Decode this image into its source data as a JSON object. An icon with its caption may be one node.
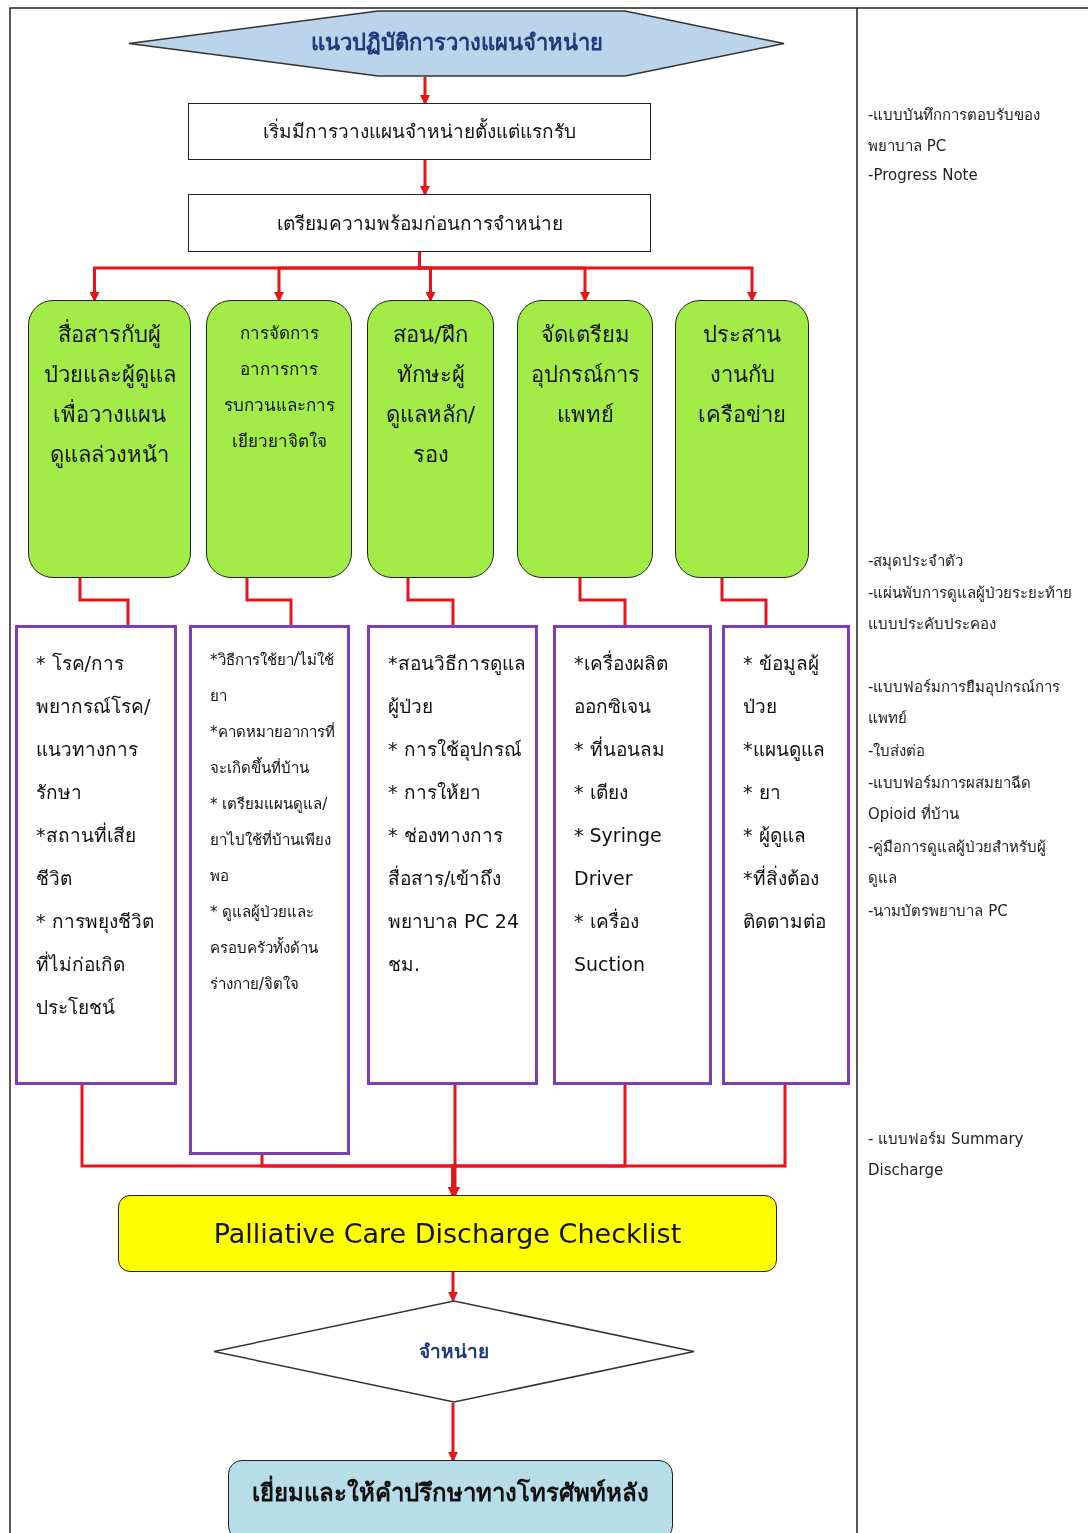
{
  "diagram": {
    "nodes": [
      {
        "text": [
          "แนวปฏิบัติการวางแผนจำหน่าย"
        ]
      },
      {
        "text": [
          "เริ่มมีการวางแผนจำหน่ายตั้งแต่แรกรับ"
        ]
      },
      {
        "text": [
          "เตรียมความพร้อมก่อนการจำหน่าย"
        ]
      },
      {
        "text": [
          "สื่อสารกับผู้ป่วยและผู้ดูแลเพื่อวางแผนดูแลล่วงหน้า"
        ]
      },
      {
        "text": [
          "การจัดการอาการการรบกวนและการเยียวยาจิตใจ"
        ]
      },
      {
        "text": [
          "สอน/ฝึกทักษะผู้ดูแลหลัก/รอง"
        ]
      },
      {
        "text": [
          "จัดเตรียมอุปกรณ์การแพทย์"
        ]
      },
      {
        "text": [
          "ประสานงานกับเครือข่าย"
        ]
      },
      {
        "text": [
          "* โรค/การพยากรณ์โรค/แนวทางการรักษา",
          "*สถานที่เสียชีวิต",
          "* การพยุงชีวิตที่ไม่ก่อเกิดประโยชน์"
        ]
      },
      {
        "text": [
          "*วิธีการใช้ยา/ไม่ใช้ยา",
          "*คาดหมายอาการที่จะเกิดขึ้นที่บ้าน",
          "* เตรียมแผนดูแล/ยาไปใช้ที่บ้านเพียงพอ",
          "* ดูแลผู้ป่วยและครอบครัวทั้งด้านร่างกาย/จิตใจ"
        ]
      },
      {
        "text": [
          "*สอนวิธีการดูแลผู้ป่วย",
          "* การใช้อุปกรณ์",
          "* การให้ยา",
          "* ช่องทางการสื่อสาร/เข้าถึงพยาบาล PC 24 ชม."
        ]
      },
      {
        "text": [
          "*เครื่องผลิตออกซิเจน",
          "* ที่นอนลม",
          "* เตียง",
          "* Syringe Driver",
          "* เครื่อง Suction"
        ]
      },
      {
        "text": [
          "* ข้อมูลผู้ป่วย",
          "*แผนดูแล",
          "* ยา",
          "* ผู้ดูแล",
          "*ที่สิ่งต้องติดตามต่อ"
        ]
      },
      {
        "text": [
          "Palliative Care Discharge Checklist"
        ]
      },
      {
        "text": [
          "จำหน่าย"
        ]
      },
      {
        "text": [
          "เยี่ยมและให้คำปรึกษาทางโทรศัพท์หลัง"
        ]
      }
    ],
    "edges": [
      {
        "from": 0,
        "to": 1,
        "arrow": "to"
      },
      {
        "from": 1,
        "to": 2,
        "arrow": "to"
      },
      {
        "from": 2,
        "to": 3,
        "arrow": "to"
      },
      {
        "from": 2,
        "to": 4,
        "arrow": "to"
      },
      {
        "from": 2,
        "to": 5,
        "arrow": "to"
      },
      {
        "from": 2,
        "to": 6,
        "arrow": "to"
      },
      {
        "from": 2,
        "to": 7,
        "arrow": "to"
      },
      {
        "from": 3,
        "to": 8,
        "arrow": "none"
      },
      {
        "from": 4,
        "to": 9,
        "arrow": "none"
      },
      {
        "from": 5,
        "to": 10,
        "arrow": "none"
      },
      {
        "from": 6,
        "to": 11,
        "arrow": "none"
      },
      {
        "from": 7,
        "to": 12,
        "arrow": "none"
      },
      {
        "from": 8,
        "to": 13,
        "arrow": "to"
      },
      {
        "from": 9,
        "to": 13,
        "arrow": "to"
      },
      {
        "from": 10,
        "to": 13,
        "arrow": "to"
      },
      {
        "from": 11,
        "to": 13,
        "arrow": "to"
      },
      {
        "from": 12,
        "to": 13,
        "arrow": "to"
      },
      {
        "from": 13,
        "to": 14,
        "arrow": "to"
      },
      {
        "from": 14,
        "to": 15,
        "arrow": "to"
      }
    ],
    "labels": [
      "-แบบบันทึกการตอบรับของพยาบาล PC",
      "-Progress Note",
      "-สมุดประจำตัว",
      "-แผ่นพับการดูแลผู้ป่วยระยะท้ายแบบประคับประคอง",
      "-แบบฟอร์มการยืมอุปกรณ์การแพทย์",
      "-ใบส่งต่อ",
      "-แบบฟอร์มการผสมยาฉีด Opioid ที่บ้าน",
      "-คู่มือการดูแลผู้ป่วยสำหรับผู้ดูแล",
      "-นามบัตรพยาบาล PC",
      "- แบบฟอร์ม Summary Discharge"
    ]
  }
}
